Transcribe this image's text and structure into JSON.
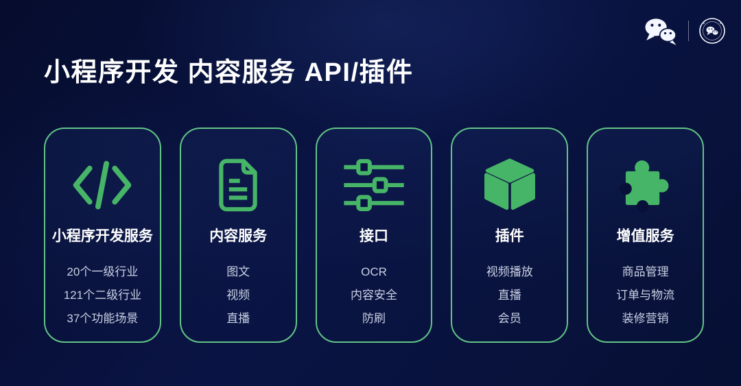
{
  "page": {
    "title": "小程序开发 内容服务 API/插件"
  },
  "brand": {
    "logo_icon": "wechat-logo-icon",
    "badge_icon": "wechat-open-class-badge-icon"
  },
  "colors": {
    "background": "#070f36",
    "card_border": "#62c586",
    "icon_green": "#47b567",
    "text_primary": "#ffffff",
    "text_secondary": "#c9d1e4",
    "brand_white": "#f4f7ff"
  },
  "cards": [
    {
      "title": "小程序开发服务",
      "icon": "code-icon",
      "items": [
        "20个一级行业",
        "121个二级行业",
        "37个功能场景"
      ]
    },
    {
      "title": "内容服务",
      "icon": "document-icon",
      "items": [
        "图文",
        "视频",
        "直播"
      ]
    },
    {
      "title": "接口",
      "icon": "sliders-icon",
      "items": [
        "OCR",
        "内容安全",
        "防刷"
      ]
    },
    {
      "title": "插件",
      "icon": "cube-icon",
      "items": [
        "视频播放",
        "直播",
        "会员"
      ]
    },
    {
      "title": "增值服务",
      "icon": "puzzle-icon",
      "items": [
        "商品管理",
        "订单与物流",
        "装修营销"
      ]
    }
  ]
}
